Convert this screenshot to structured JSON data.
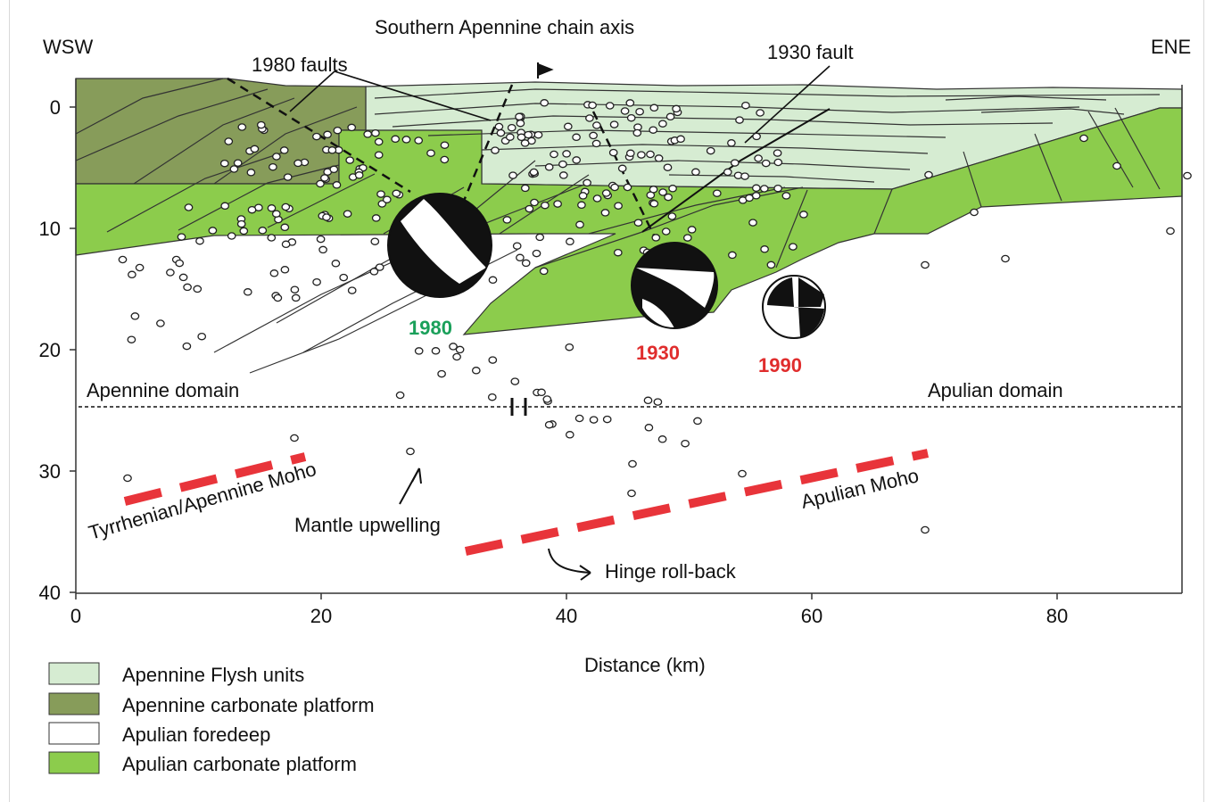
{
  "figure": {
    "orientation": {
      "left": "WSW",
      "right": "ENE"
    },
    "chain_axis_label": "Southern Apennine chain axis",
    "fault_labels": {
      "faults_1980": "1980 faults",
      "fault_1930": "1930 fault"
    },
    "domains": {
      "left": "Apennine domain",
      "right": "Apulian domain"
    },
    "moho_labels": {
      "tyrrhenian": "Tyrrhenian/Apennine Moho",
      "apulian": "Apulian Moho"
    },
    "annotations": {
      "mantle": "Mantle upwelling",
      "hinge": "Hinge roll-back"
    },
    "x_axis": {
      "label": "Distance (km)",
      "ticks": [
        "0",
        "20",
        "40",
        "60",
        "80"
      ],
      "range": [
        0,
        90
      ]
    },
    "y_axis": {
      "ticks": [
        "0",
        "10",
        "20",
        "30",
        "40"
      ],
      "range": [
        -3,
        40
      ],
      "inverted": true
    },
    "earthquakes": [
      {
        "year": "1980",
        "color": "#1aa05a",
        "x_km": 29.5,
        "depth_km": 11.5
      },
      {
        "year": "1930",
        "color": "#e02d2d",
        "x_km": 48.5,
        "depth_km": 15
      },
      {
        "year": "1990",
        "color": "#e02d2d",
        "x_km": 58.5,
        "depth_km": 16.5
      }
    ],
    "legend": [
      {
        "label": "Apennine Flysh units",
        "color": "#d6ecd2"
      },
      {
        "label": "Apennine carbonate platform",
        "color": "#879c5a"
      },
      {
        "label": "Apulian foredeep",
        "color": "#ffffff"
      },
      {
        "label": "Apulian carbonate platform",
        "color": "#8ccc4c"
      }
    ],
    "colors": {
      "moho": "#e8343a",
      "flysch": "#d6ecd2",
      "apennine_platform": "#879c5a",
      "apulian_platform": "#8ccc4c"
    }
  }
}
